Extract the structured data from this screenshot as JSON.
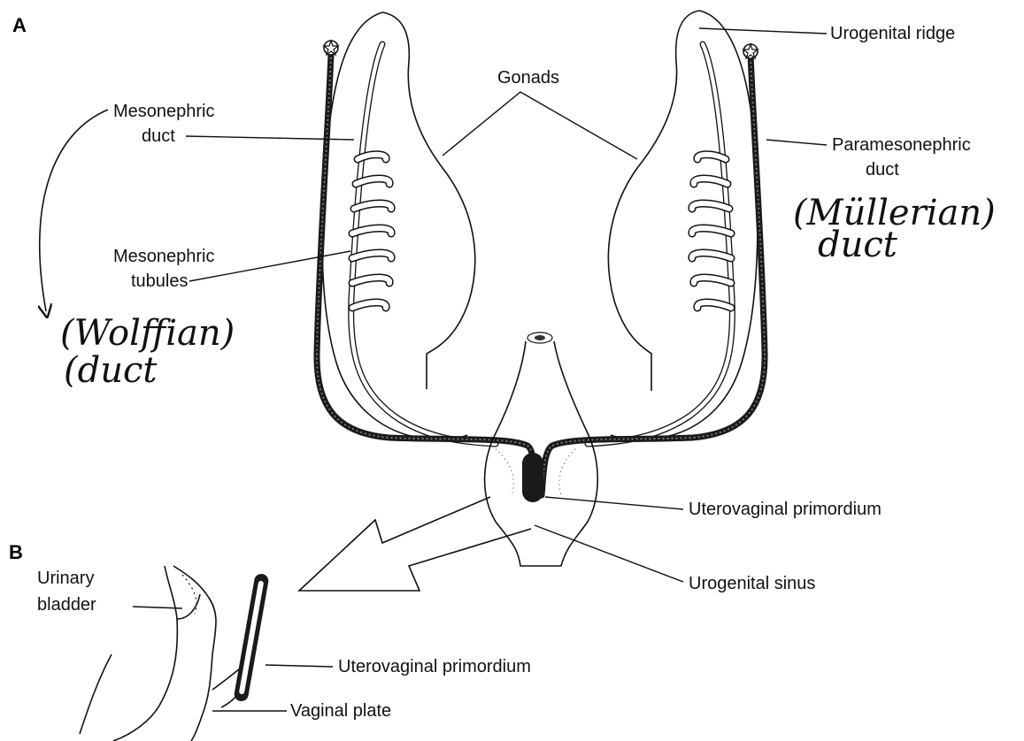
{
  "panels": {
    "a": "A",
    "b": "B"
  },
  "labels": {
    "urogenital_ridge": "Urogenital ridge",
    "gonads": "Gonads",
    "mesonephric_duct_1": "Mesonephric",
    "mesonephric_duct_2": "duct",
    "paramesonephric_duct_1": "Paramesonephric",
    "paramesonephric_duct_2": "duct",
    "mesonephric_tubules_1": "Mesonephric",
    "mesonephric_tubules_2": "tubules",
    "uterovaginal_primordium_a": "Uterovaginal primordium",
    "urogenital_sinus": "Urogenital sinus",
    "urinary_bladder_1": "Urinary",
    "urinary_bladder_2": "bladder",
    "uterovaginal_primordium_b": "Uterovaginal primordium",
    "vaginal_plate": "Vaginal plate"
  },
  "handwritten": {
    "wolffian_1": "(Wolffian)",
    "wolffian_2": "(duct",
    "mullerian_1": "(Müllerian)",
    "mullerian_2": "duct"
  },
  "colors": {
    "ink": "#111111",
    "paper": "#ffffff",
    "duct_fill": "#1a1a1a"
  }
}
